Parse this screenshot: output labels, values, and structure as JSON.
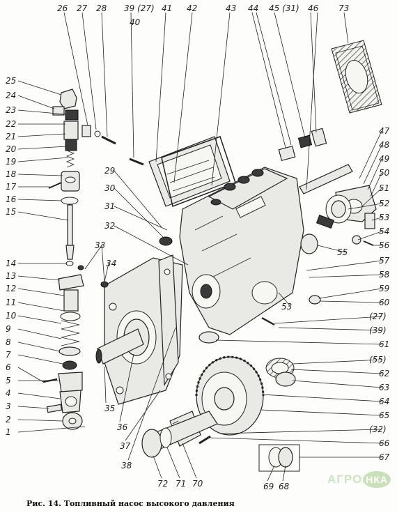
{
  "caption": "Рис. 14. Топливный насос высокого давления",
  "watermark": {
    "left": "АГРО",
    "right": "НКА"
  },
  "callouts": {
    "top": [
      "26",
      "27",
      "28",
      "39 (27)",
      "40",
      "41",
      "42",
      "43",
      "44",
      "45 (31)",
      "46",
      "73"
    ],
    "left": [
      "25",
      "24",
      "23",
      "22",
      "21",
      "20",
      "19",
      "18",
      "17",
      "16",
      "15",
      "14",
      "13",
      "12",
      "11",
      "10",
      "9",
      "8",
      "7",
      "6",
      "5",
      "4",
      "3",
      "2",
      "1"
    ],
    "middle": [
      "29",
      "30",
      "31",
      "32",
      "33",
      "34",
      "35",
      "36",
      "37",
      "38"
    ],
    "right": [
      "47",
      "48",
      "49",
      "50",
      "51",
      "52",
      "53",
      "54",
      "56",
      "55",
      "57",
      "58",
      "53",
      "59",
      "60",
      "(27)",
      "(39)",
      "61",
      "(55)",
      "62",
      "63",
      "64",
      "65",
      "(32)",
      "66",
      "67"
    ],
    "bottom": [
      "72",
      "71",
      "70",
      "69",
      "68"
    ]
  }
}
